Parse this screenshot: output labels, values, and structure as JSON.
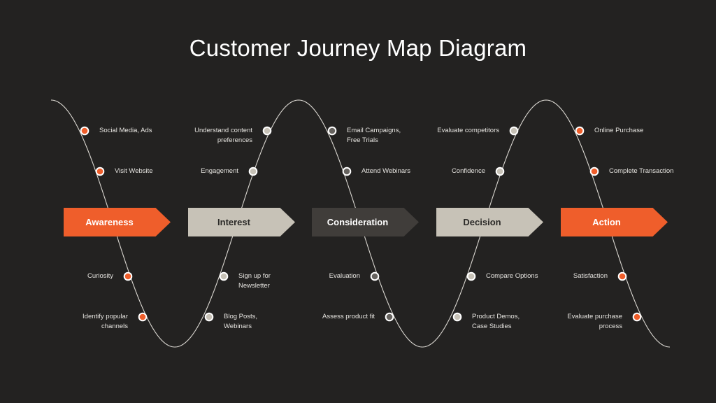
{
  "title": "Customer Journey Map Diagram",
  "colors": {
    "background": "#232221",
    "orange": "#ef5e2b",
    "beige": "#c7c2b7",
    "dark_gray": "#403d3a",
    "mid_gray": "#66635f",
    "line": "#d9d6d0"
  },
  "stages": [
    {
      "label": "Awareness",
      "fill": "#ef5e2b",
      "text_color": "#ffffff"
    },
    {
      "label": "Interest",
      "fill": "#c7c2b7",
      "text_color": "#2b2a28"
    },
    {
      "label": "Consideration",
      "fill": "#403d3a",
      "text_color": "#ffffff"
    },
    {
      "label": "Decision",
      "fill": "#c7c2b7",
      "text_color": "#2b2a28"
    },
    {
      "label": "Action",
      "fill": "#ef5e2b",
      "text_color": "#ffffff"
    }
  ],
  "touchpoints": [
    {
      "stage": "Awareness",
      "text": "Social Media, Ads",
      "dot": "#ef5e2b"
    },
    {
      "stage": "Awareness",
      "text": "Visit Website",
      "dot": "#ef5e2b"
    },
    {
      "stage": "Awareness",
      "text": "Curiosity",
      "dot": "#ef5e2b"
    },
    {
      "stage": "Awareness",
      "text": "Identify popular channels",
      "dot": "#ef5e2b"
    },
    {
      "stage": "Interest",
      "text": "Understand content preferences",
      "dot": "#c7c2b7"
    },
    {
      "stage": "Interest",
      "text": "Engagement",
      "dot": "#c7c2b7"
    },
    {
      "stage": "Interest",
      "text": "Sign up for Newsletter",
      "dot": "#c7c2b7"
    },
    {
      "stage": "Interest",
      "text": "Blog Posts, Webinars",
      "dot": "#c7c2b7"
    },
    {
      "stage": "Consideration",
      "text": "Email Campaigns, Free Trials",
      "dot": "#66635f"
    },
    {
      "stage": "Consideration",
      "text": "Attend Webinars",
      "dot": "#66635f"
    },
    {
      "stage": "Consideration",
      "text": "Evaluation",
      "dot": "#66635f"
    },
    {
      "stage": "Consideration",
      "text": "Assess product fit",
      "dot": "#66635f"
    },
    {
      "stage": "Decision",
      "text": "Evaluate competitors",
      "dot": "#c7c2b7"
    },
    {
      "stage": "Decision",
      "text": "Confidence",
      "dot": "#c7c2b7"
    },
    {
      "stage": "Decision",
      "text": "Compare Options",
      "dot": "#c7c2b7"
    },
    {
      "stage": "Decision",
      "text": "Product Demos, Case Studies",
      "dot": "#c7c2b7"
    },
    {
      "stage": "Action",
      "text": "Online Purchase",
      "dot": "#ef5e2b"
    },
    {
      "stage": "Action",
      "text": "Complete Transaction",
      "dot": "#ef5e2b"
    },
    {
      "stage": "Action",
      "text": "Satisfaction",
      "dot": "#ef5e2b"
    },
    {
      "stage": "Action",
      "text": "Evaluate purchase process",
      "dot": "#ef5e2b"
    }
  ],
  "label_lines": {
    "0": [
      "Social Media, Ads"
    ],
    "1": [
      "Visit Website"
    ],
    "2": [
      "Curiosity"
    ],
    "3": [
      "Identify popular",
      "channels"
    ],
    "4": [
      "Understand content",
      "preferences"
    ],
    "5": [
      "Engagement"
    ],
    "6": [
      "Sign up for",
      "Newsletter"
    ],
    "7": [
      "Blog Posts,",
      "Webinars"
    ],
    "8": [
      "Email Campaigns,",
      "Free Trials"
    ],
    "9": [
      "Attend Webinars"
    ],
    "10": [
      "Evaluation"
    ],
    "11": [
      "Assess product fit"
    ],
    "12": [
      "Evaluate competitors"
    ],
    "13": [
      "Confidence"
    ],
    "14": [
      "Compare Options"
    ],
    "15": [
      "Product Demos,",
      "Case Studies"
    ],
    "16": [
      "Online Purchase"
    ],
    "17": [
      "Complete Transaction"
    ],
    "18": [
      "Satisfaction"
    ],
    "19": [
      "Evaluate purchase",
      "process"
    ]
  }
}
